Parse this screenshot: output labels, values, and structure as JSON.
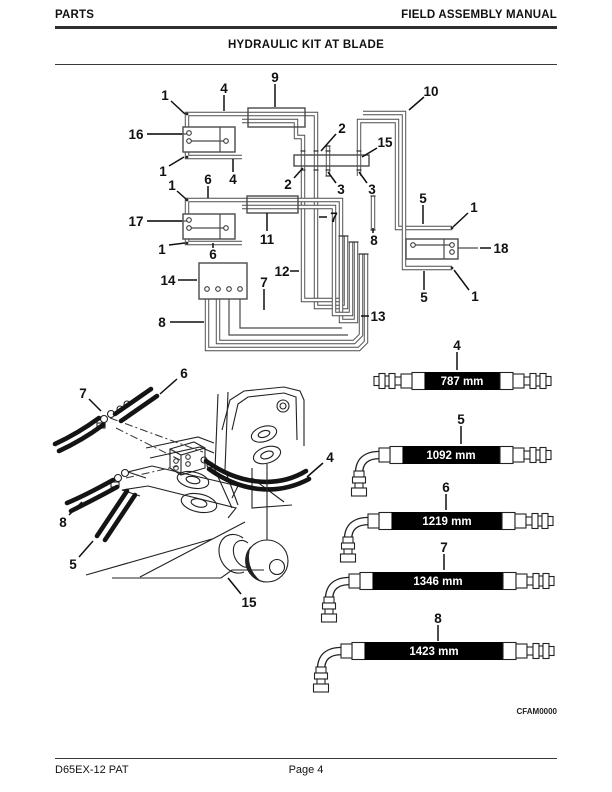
{
  "header": {
    "left": "PARTS",
    "right": "FIELD ASSEMBLY MANUAL"
  },
  "title": "HYDRAULIC KIT AT BLADE",
  "figure_code": "CFAM0000",
  "footer": {
    "model": "D65EX-12 PAT",
    "page": "Page 4"
  },
  "callouts": {
    "schematic": [
      "1",
      "4",
      "9",
      "10",
      "16",
      "2",
      "15",
      "1",
      "4",
      "2",
      "3",
      "3",
      "1",
      "6",
      "17",
      "1",
      "6",
      "7",
      "11",
      "8",
      "5",
      "1",
      "18",
      "14",
      "12",
      "7",
      "5",
      "1",
      "8",
      "13"
    ],
    "illustration": [
      "6",
      "7",
      "4",
      "8",
      "5",
      "15"
    ]
  },
  "hoses": [
    {
      "callout": "4",
      "length_label": "787 mm"
    },
    {
      "callout": "5",
      "length_label": "1092 mm"
    },
    {
      "callout": "6",
      "length_label": "1219 mm"
    },
    {
      "callout": "7",
      "length_label": "1346 mm"
    },
    {
      "callout": "8",
      "length_label": "1423 mm"
    }
  ]
}
